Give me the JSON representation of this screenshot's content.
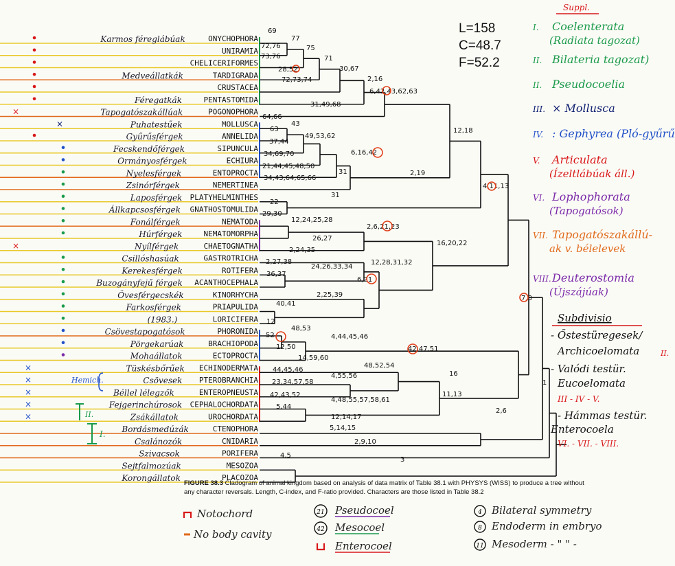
{
  "colors": {
    "yellow": "#e8c928",
    "orange": "#e06a1a",
    "line": "#111111",
    "green": "#1a9a4a",
    "blue": "#2050c8",
    "purple": "#7a2aa8",
    "red": "#d81818",
    "navy": "#102070"
  },
  "stats": {
    "L": "L=158",
    "C": "C=48.7",
    "F": "F=52.2"
  },
  "taxa": [
    {
      "name": "ONYCHOPHORA",
      "hungarian": "Karmos féreglábúak",
      "marker": "dot",
      "marker_color": "red",
      "line_color": "yellow"
    },
    {
      "name": "UNIRAMIA",
      "hungarian": "",
      "marker": "dot",
      "marker_color": "red",
      "line_color": "yellow"
    },
    {
      "name": "CHELICERIFORMES",
      "hungarian": "",
      "marker": "dot",
      "marker_color": "red",
      "line_color": "yellow"
    },
    {
      "name": "TARDIGRADA",
      "hungarian": "Medveállatkák",
      "marker": "dot",
      "marker_color": "red",
      "line_color": "orange"
    },
    {
      "name": "CRUSTACEA",
      "hungarian": "",
      "marker": "dot",
      "marker_color": "red",
      "line_color": "yellow"
    },
    {
      "name": "PENTASTOMIDA",
      "hungarian": "Féregatkák",
      "marker": "dot",
      "marker_color": "red",
      "line_color": "yellow"
    },
    {
      "name": "POGONOPHORA",
      "hungarian": "Tapogatószakállúak",
      "marker": "x",
      "marker_color": "red",
      "line_color": "orange"
    },
    {
      "name": "MOLLUSCA",
      "hungarian": "Puhatestűek",
      "marker": "x",
      "marker_color": "navy",
      "line_color": "yellow"
    },
    {
      "name": "ANNELIDA",
      "hungarian": "Gyűrűsférgek",
      "marker": "dot",
      "marker_color": "red",
      "line_color": "yellow"
    },
    {
      "name": "SIPUNCULA",
      "hungarian": "Fecskendőférgek",
      "marker": "dot",
      "marker_color": "blue",
      "line_color": "yellow"
    },
    {
      "name": "ECHIURA",
      "hungarian": "Ormányosférgek",
      "marker": "dot",
      "marker_color": "blue",
      "line_color": "yellow"
    },
    {
      "name": "ENTOPROCTA",
      "hungarian": "Nyelesférgek",
      "marker": "dot",
      "marker_color": "green",
      "line_color": "orange"
    },
    {
      "name": "NEMERTINEA",
      "hungarian": "Zsinórférgek",
      "marker": "dot",
      "marker_color": "green",
      "line_color": "orange"
    },
    {
      "name": "PLATYHELMINTHES",
      "hungarian": "Laposférgek",
      "marker": "dot",
      "marker_color": "green",
      "line_color": "yellow"
    },
    {
      "name": "GNATHOSTOMULIDA",
      "hungarian": "Állkapcsosférgek",
      "marker": "dot",
      "marker_color": "green",
      "line_color": "yellow"
    },
    {
      "name": "NEMATODA",
      "hungarian": "Fonálférgek",
      "marker": "dot",
      "marker_color": "green",
      "line_color": "orange"
    },
    {
      "name": "NEMATOMORPHA",
      "hungarian": "Húrférgek",
      "marker": "dot",
      "marker_color": "green",
      "line_color": "yellow"
    },
    {
      "name": "CHAETOGNATHA",
      "hungarian": "Nyílférgek",
      "marker": "x",
      "marker_color": "red",
      "line_color": "yellow"
    },
    {
      "name": "GASTROTRICHA",
      "hungarian": "Csillóshasúak",
      "marker": "dot",
      "marker_color": "green",
      "line_color": "yellow"
    },
    {
      "name": "ROTIFERA",
      "hungarian": "Kerekesférgek",
      "marker": "dot",
      "marker_color": "green",
      "line_color": "yellow"
    },
    {
      "name": "ACANTHOCEPHALA",
      "hungarian": "Buzogányfejű férgek",
      "marker": "dot",
      "marker_color": "green",
      "line_color": "yellow"
    },
    {
      "name": "KINORHYCHA",
      "hungarian": "Övesférgecskék",
      "marker": "dot",
      "marker_color": "green",
      "line_color": "yellow"
    },
    {
      "name": "PRIAPULIDA",
      "hungarian": "Farkosférgek",
      "marker": "dot",
      "marker_color": "green",
      "line_color": "yellow"
    },
    {
      "name": "LORICIFERA",
      "hungarian": "(1983.)",
      "marker": "dot",
      "marker_color": "green",
      "line_color": "yellow"
    },
    {
      "name": "PHORONIDA",
      "hungarian": "Csövestapogatósok",
      "marker": "dot",
      "marker_color": "blue",
      "line_color": "orange"
    },
    {
      "name": "BRACHIOPODA",
      "hungarian": "Pörgekarúak",
      "marker": "dot",
      "marker_color": "blue",
      "line_color": "yellow"
    },
    {
      "name": "ECTOPROCTA",
      "hungarian": "Mohaállatok",
      "marker": "dot",
      "marker_color": "purple",
      "line_color": "yellow"
    },
    {
      "name": "ECHINODERMATA",
      "hungarian": "Tüskésbőrűek",
      "marker": "x",
      "marker_color": "blue",
      "line_color": "yellow"
    },
    {
      "name": "PTEROBRANCHIA",
      "hungarian": "Csövesek",
      "marker": "x",
      "marker_color": "blue",
      "line_color": "yellow"
    },
    {
      "name": "ENTEROPNEUSTA",
      "hungarian": "Béllel lélegzők",
      "marker": "x",
      "marker_color": "blue",
      "line_color": "yellow"
    },
    {
      "name": "CEPHALOCHORDATA",
      "hungarian": "Fejgerinchúrosok",
      "marker": "x",
      "marker_color": "blue",
      "line_color": "yellow"
    },
    {
      "name": "UROCHORDATA",
      "hungarian": "Zsákállatok",
      "marker": "x",
      "marker_color": "blue",
      "line_color": "yellow"
    },
    {
      "name": "CTENOPHORA",
      "hungarian": "Bordásmedúzák",
      "marker": "none",
      "marker_color": "green",
      "line_color": "orange"
    },
    {
      "name": "CNIDARIA",
      "hungarian": "Csalánozók",
      "marker": "none",
      "marker_color": "green",
      "line_color": "orange"
    },
    {
      "name": "PORIFERA",
      "hungarian": "Szivacsok",
      "marker": "none",
      "marker_color": "green",
      "line_color": "orange"
    },
    {
      "name": "MESOZOA",
      "hungarian": "Sejtfalmozúak",
      "marker": "none",
      "marker_color": "green",
      "line_color": "yellow"
    },
    {
      "name": "PLACOZOA",
      "hungarian": "Korongállatok",
      "marker": "none",
      "marker_color": "green",
      "line_color": "yellow"
    }
  ],
  "hemichordata_note": "Hemich.",
  "bracket_labels": {
    "II": "II.",
    "I": "I."
  },
  "node_labels": [
    {
      "text": "69"
    },
    {
      "text": "77"
    },
    {
      "text": "72,76"
    },
    {
      "text": "75"
    },
    {
      "text": "73,76"
    },
    {
      "text": "71"
    },
    {
      "text": "28,52"
    },
    {
      "text": "30,67"
    },
    {
      "text": "72,73,74"
    },
    {
      "text": "2,16"
    },
    {
      "text": "6,42,43,62,63"
    },
    {
      "text": "31,49,68"
    },
    {
      "text": "12,18"
    },
    {
      "text": "64,66"
    },
    {
      "text": "43"
    },
    {
      "text": "63"
    },
    {
      "text": "49,53,62"
    },
    {
      "text": "37,44"
    },
    {
      "text": "34,69,70"
    },
    {
      "text": "6,16,42"
    },
    {
      "text": "21,44,45,48,50"
    },
    {
      "text": "31"
    },
    {
      "text": "34,43,64,65,66"
    },
    {
      "text": "2,19"
    },
    {
      "text": "31"
    },
    {
      "text": "22"
    },
    {
      "text": "4,11,13"
    },
    {
      "text": "29,30"
    },
    {
      "text": "12,24,25,28"
    },
    {
      "text": "2,6,21,23"
    },
    {
      "text": "26,27"
    },
    {
      "text": "16,20,22"
    },
    {
      "text": "2,24,35"
    },
    {
      "text": "2,27,38"
    },
    {
      "text": "12,28,31,32"
    },
    {
      "text": "24,26,33,34"
    },
    {
      "text": "36,37"
    },
    {
      "text": "6,21"
    },
    {
      "text": "2,25,39"
    },
    {
      "text": "40,41"
    },
    {
      "text": "7,8"
    },
    {
      "text": "12"
    },
    {
      "text": "48,53"
    },
    {
      "text": "52"
    },
    {
      "text": "4,44,45,46"
    },
    {
      "text": "12,50"
    },
    {
      "text": "42,47,51"
    },
    {
      "text": "14,59,60"
    },
    {
      "text": "44,45,46"
    },
    {
      "text": "48,52,54"
    },
    {
      "text": "16"
    },
    {
      "text": "23,34,57,58"
    },
    {
      "text": "4,55,56"
    },
    {
      "text": "42,43,52"
    },
    {
      "text": "5,44"
    },
    {
      "text": "4,48,55,57,58,61"
    },
    {
      "text": "11,13"
    },
    {
      "text": "1"
    },
    {
      "text": "12,14,17"
    },
    {
      "text": "2,6"
    },
    {
      "text": "5,14,15"
    },
    {
      "text": "2,9,10"
    },
    {
      "text": "4,5"
    },
    {
      "text": "3"
    }
  ],
  "caption": {
    "label": "FIGURE 38.3",
    "text": "Cladogram of animal kingdom based on analysis of data matrix of Table 38.1 with PHYSYS (WISS) to produce a tree without any character reversals. Length, C-index, and F-ratio provided. Characters are those listed in Table 38.2"
  },
  "right_panel": {
    "header": "Suppl.",
    "items": [
      {
        "num": "I.",
        "text": "Coelenterata",
        "sub": "(Radiata tagozat)",
        "color": "green"
      },
      {
        "num": "II.",
        "text": "Bilateria tagozat)",
        "sub": "",
        "color": "green"
      },
      {
        "num": "II.",
        "text": "Pseudocoelia",
        "sub": "",
        "color": "green"
      },
      {
        "num": "III.",
        "text": "× Mollusca",
        "sub": "",
        "color": "navy"
      },
      {
        "num": "IV.",
        "text": ": Gephyrea (Pló-gyűrűsf.)",
        "sub": "",
        "color": "blue"
      },
      {
        "num": "V.",
        "text": "Articulata",
        "sub": "(Ízeltlábúak áll.)",
        "color": "red"
      },
      {
        "num": "VI.",
        "text": "Lophophorata",
        "sub": "(Tapogatósok)",
        "color": "purple"
      },
      {
        "num": "VII.",
        "text": "Tapogatószakállú-",
        "sub": "ak v. bélelevek",
        "color": "orange"
      },
      {
        "num": "VIII.",
        "text": "Deuterostomia",
        "sub": "(Újszájúak)",
        "color": "purple"
      }
    ],
    "subdivisio": {
      "title": "Subdivisio",
      "lines": [
        "- Őstestüregesek/",
        "Archicoelomata",
        "- Valódi testür.",
        "Eucoelomata",
        "III - IV - V.",
        "- Hámmas testür.",
        "Enterocoela",
        "VI. - VII. - VIII."
      ],
      "roman_mark": "II."
    }
  },
  "legend_left": [
    {
      "symbol": "bracket",
      "text": "Notochord",
      "color": "red"
    },
    {
      "symbol": "dash",
      "text": "No body cavity",
      "color": "orange"
    }
  ],
  "legend_mid": [
    {
      "symbol": "21",
      "text": "Pseudocoel",
      "underline": "purple"
    },
    {
      "symbol": "42",
      "text": "Mesocoel",
      "underline": "green"
    },
    {
      "symbol": "cup",
      "text": "Enterocoel",
      "underline": "red"
    }
  ],
  "legend_right": [
    {
      "symbol": "4",
      "text": "Bilateral symmetry"
    },
    {
      "symbol": "8",
      "text": "Endoderm in embryo"
    },
    {
      "symbol": "11",
      "text": "Mesoderm  -  \"  \"  -"
    }
  ]
}
